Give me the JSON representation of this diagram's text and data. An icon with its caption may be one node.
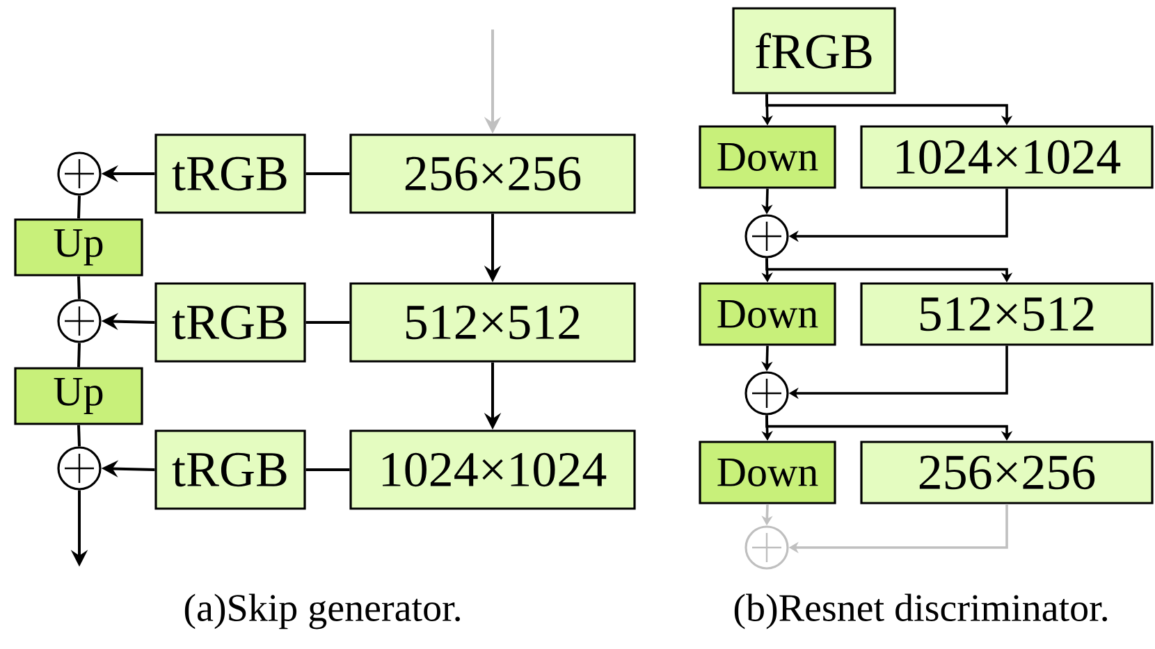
{
  "diagram": {
    "nodes": [
      {
        "text": [
          "256×256"
        ]
      },
      {
        "text": [
          "512×512"
        ]
      },
      {
        "text": [
          "1024×1024"
        ]
      },
      {
        "text": [
          "tRGB"
        ]
      },
      {
        "text": [
          "tRGB"
        ]
      },
      {
        "text": [
          "tRGB"
        ]
      },
      {
        "text": [],
        "shape": "circle"
      },
      {
        "text": [],
        "shape": "circle"
      },
      {
        "text": [],
        "shape": "circle"
      },
      {
        "text": [
          "Up"
        ]
      },
      {
        "text": [
          "Up"
        ]
      },
      {
        "text": [
          "fRGB"
        ]
      },
      {
        "text": [
          "Down"
        ]
      },
      {
        "text": [
          "Down"
        ]
      },
      {
        "text": [
          "Down"
        ]
      },
      {
        "text": [
          "1024×1024"
        ]
      },
      {
        "text": [
          "512×512"
        ]
      },
      {
        "text": [
          "256×256"
        ]
      },
      {
        "text": [],
        "shape": "circle"
      },
      {
        "text": [],
        "shape": "circle"
      },
      {
        "text": [],
        "shape": "circle"
      }
    ],
    "edges": [
      {
        "from": null,
        "to": 0,
        "arrow": "to",
        "color": "#c0c0c0"
      },
      {
        "from": 0,
        "to": 1,
        "arrow": "to"
      },
      {
        "from": 1,
        "to": 2,
        "arrow": "to"
      },
      {
        "from": 0,
        "to": 3,
        "arrow": "none"
      },
      {
        "from": 1,
        "to": 4,
        "arrow": "none"
      },
      {
        "from": 2,
        "to": 5,
        "arrow": "none"
      },
      {
        "from": 3,
        "to": 6,
        "arrow": "to"
      },
      {
        "from": 4,
        "to": 7,
        "arrow": "to"
      },
      {
        "from": 5,
        "to": 8,
        "arrow": "to"
      },
      {
        "from": 6,
        "to": 9,
        "arrow": "none"
      },
      {
        "from": 9,
        "to": 7,
        "arrow": "none"
      },
      {
        "from": 7,
        "to": 10,
        "arrow": "none"
      },
      {
        "from": 10,
        "to": 8,
        "arrow": "none"
      },
      {
        "from": 8,
        "to": null,
        "arrow": "to"
      },
      {
        "from": 11,
        "to": 12,
        "arrow": "to"
      },
      {
        "from": 11,
        "to": 15,
        "arrow": "to"
      },
      {
        "from": 12,
        "to": 18,
        "arrow": "to"
      },
      {
        "from": 15,
        "to": 18,
        "arrow": "to"
      },
      {
        "from": 18,
        "to": 13,
        "arrow": "to"
      },
      {
        "from": 18,
        "to": 16,
        "arrow": "to"
      },
      {
        "from": 13,
        "to": 19,
        "arrow": "to"
      },
      {
        "from": 16,
        "to": 19,
        "arrow": "to"
      },
      {
        "from": 19,
        "to": 14,
        "arrow": "to"
      },
      {
        "from": 19,
        "to": 17,
        "arrow": "to"
      },
      {
        "from": 14,
        "to": 20,
        "arrow": "to",
        "color": "#c0c0c0"
      },
      {
        "from": 17,
        "to": 20,
        "arrow": "to",
        "color": "#c0c0c0"
      }
    ],
    "labels": [
      "(a)Skip generator.",
      "(b)Resnet discriminator."
    ]
  }
}
